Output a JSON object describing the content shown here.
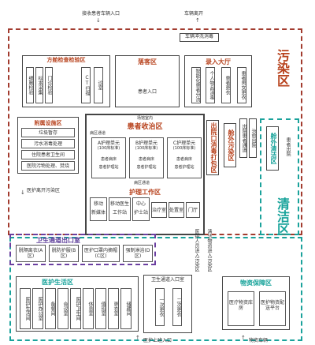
{
  "top": {
    "entry_label": "接收患者车辆入口",
    "exit_label": "车辆离开",
    "disinfect": "车辆冲洗消毒"
  },
  "zones": {
    "polluted": "污染区",
    "clean": "清洁区"
  },
  "cabin_check": {
    "title": "方舱检查检验区",
    "items": [
      "细胞检验",
      "标本采集",
      "门诊检验",
      "CT扫描",
      "诊室"
    ]
  },
  "waiting": {
    "title": "落客区",
    "entry": "患者入口"
  },
  "registration": {
    "title": "录入大厅",
    "items": [
      "智能化患者分流",
      "个人物品消毒",
      "患者更衣",
      "患者男女更衣"
    ]
  },
  "attached": {
    "title": "附属设施区",
    "items": [
      "垃圾暂存",
      "污水消毒处理",
      "住院患者卫生间",
      "医院污物处理、焚烧"
    ]
  },
  "cabin": {
    "top_label": "场馆室内",
    "title": "患者收治区",
    "sub_left": "病区通道",
    "units": [
      {
        "name": "A护理单元",
        "beds": "(100床标准)"
      },
      {
        "name": "B护理单元",
        "beds": "(100床标准)"
      },
      {
        "name": "C护理单元",
        "beds": "(100床标准)"
      }
    ],
    "unit_sub": [
      "患者病床",
      "患者护理站"
    ],
    "corridor": "病区通道",
    "work_title": "护理工作区",
    "work_items": [
      "移动",
      "移动医生",
      "中心",
      "治疗室",
      "处置室",
      "门厅"
    ],
    "work_items2": [
      "新媒体",
      "工作站",
      "护士站"
    ]
  },
  "exit_disinfect": "出院口消毒打包区",
  "outside_pollute": "舱外污染区",
  "discharge_vertical": "出院患者通道",
  "cure_vertical": "治愈出院",
  "outside_clean": "舱外清洁区",
  "patient_exit": "患者出院",
  "medical_leave": "医护离开污染区",
  "sanitation": {
    "title": "卫生通道出口室",
    "steps": [
      "脱隔离衣(A区)",
      "脱防护服(B区)",
      "医护口罩内摘帽(C区)",
      "强制淋浴(D区)"
    ]
  },
  "vertical_labels": [
    "医护人员进入污染区",
    "清洁物资进入污染区"
  ],
  "medical_life": {
    "title": "医护生活区",
    "items": [
      "医护生活间",
      "医护办公室",
      "备餐间",
      "会议室",
      "医护卫生间",
      "休息室",
      "值班室",
      "更衣室",
      "储藏间"
    ]
  },
  "sanitation_entry": {
    "title": "卫生通道入口室",
    "items": [
      "一次更衣",
      "二次更衣"
    ]
  },
  "supply": {
    "title": "物资保障区",
    "items": [
      "医疗物资库房",
      "医护物资配送平台"
    ]
  },
  "bottom": {
    "medical_entry": "医护上班入口",
    "supply_entry": "物资车辆"
  }
}
